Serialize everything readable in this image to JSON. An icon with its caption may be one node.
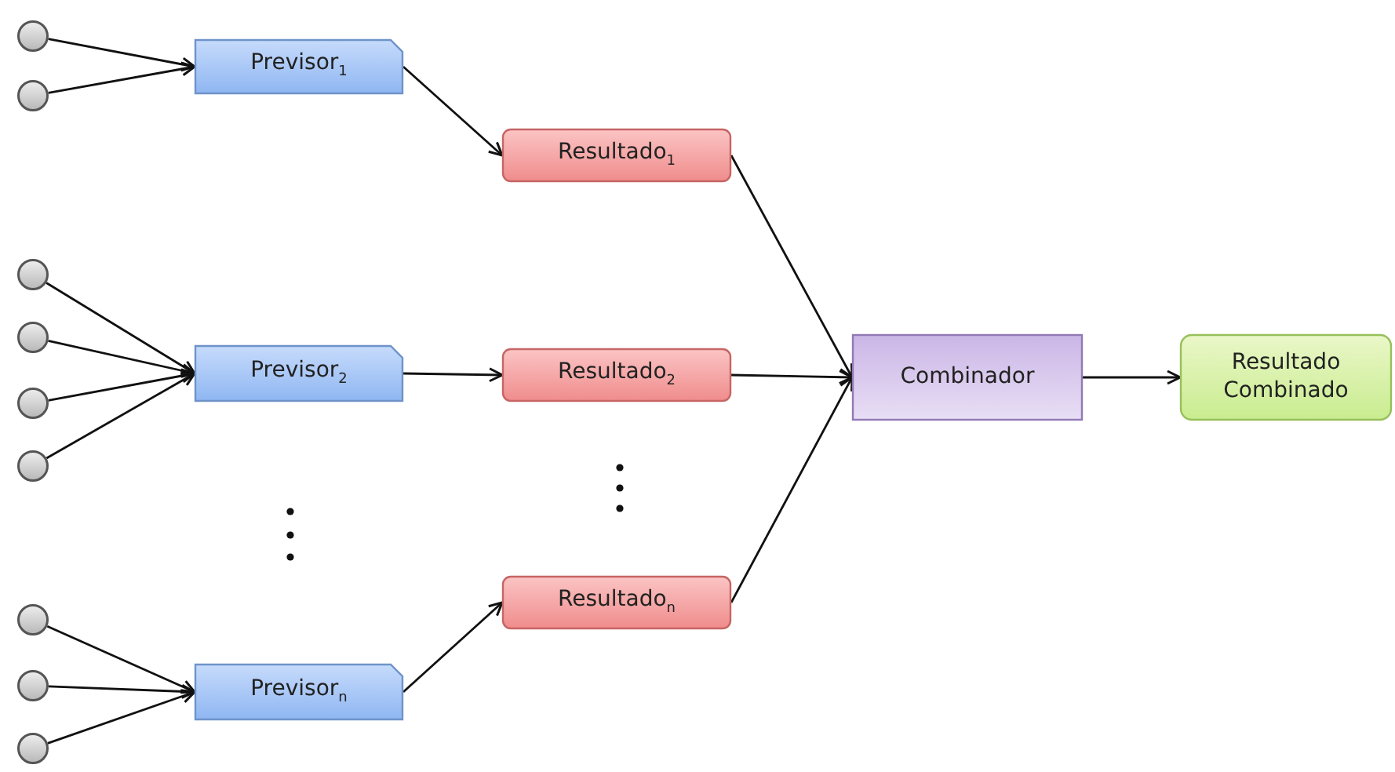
{
  "diagram": {
    "nodes": [
      {
        "text": [],
        "shape": "circle"
      },
      {
        "text": [],
        "shape": "circle"
      },
      {
        "text": [
          "Previsor$_{1}$"
        ]
      },
      {
        "text": [
          "Resultado$_{1}$"
        ]
      },
      {
        "text": [],
        "shape": "circle"
      },
      {
        "text": [],
        "shape": "circle"
      },
      {
        "text": [],
        "shape": "circle"
      },
      {
        "text": [],
        "shape": "circle"
      },
      {
        "text": [
          "Previsor$_{2}$"
        ]
      },
      {
        "text": [
          "Resultado$_{2}$"
        ]
      },
      {
        "text": [
          "Combinador"
        ]
      },
      {
        "text": [
          "Resultado Combinado"
        ]
      },
      {
        "text": [
          "Resultado$_{n}$"
        ]
      },
      {
        "text": [],
        "shape": "circle"
      },
      {
        "text": [],
        "shape": "circle"
      },
      {
        "text": [],
        "shape": "circle"
      },
      {
        "text": [
          "Previsor$_{n}$"
        ]
      }
    ],
    "edges": [
      {
        "from": 0,
        "to": 2,
        "arrow": "to"
      },
      {
        "from": 1,
        "to": 2,
        "arrow": "to"
      },
      {
        "from": 2,
        "to": 3,
        "arrow": "to"
      },
      {
        "from": 4,
        "to": 8,
        "arrow": "to"
      },
      {
        "from": 5,
        "to": 8,
        "arrow": "to"
      },
      {
        "from": 6,
        "to": 8,
        "arrow": "to"
      },
      {
        "from": 7,
        "to": 8,
        "arrow": "to"
      },
      {
        "from": 8,
        "to": 9,
        "arrow": "to"
      },
      {
        "from": 13,
        "to": 16,
        "arrow": "to"
      },
      {
        "from": 14,
        "to": 16,
        "arrow": "to"
      },
      {
        "from": 15,
        "to": 16,
        "arrow": "to"
      },
      {
        "from": 16,
        "to": 12,
        "arrow": "to"
      },
      {
        "from": 3,
        "to": 10,
        "arrow": "to"
      },
      {
        "from": 9,
        "to": 10,
        "arrow": "to"
      },
      {
        "from": 12,
        "to": 10,
        "arrow": "to"
      },
      {
        "from": 10,
        "to": 11,
        "arrow": "to"
      }
    ]
  }
}
